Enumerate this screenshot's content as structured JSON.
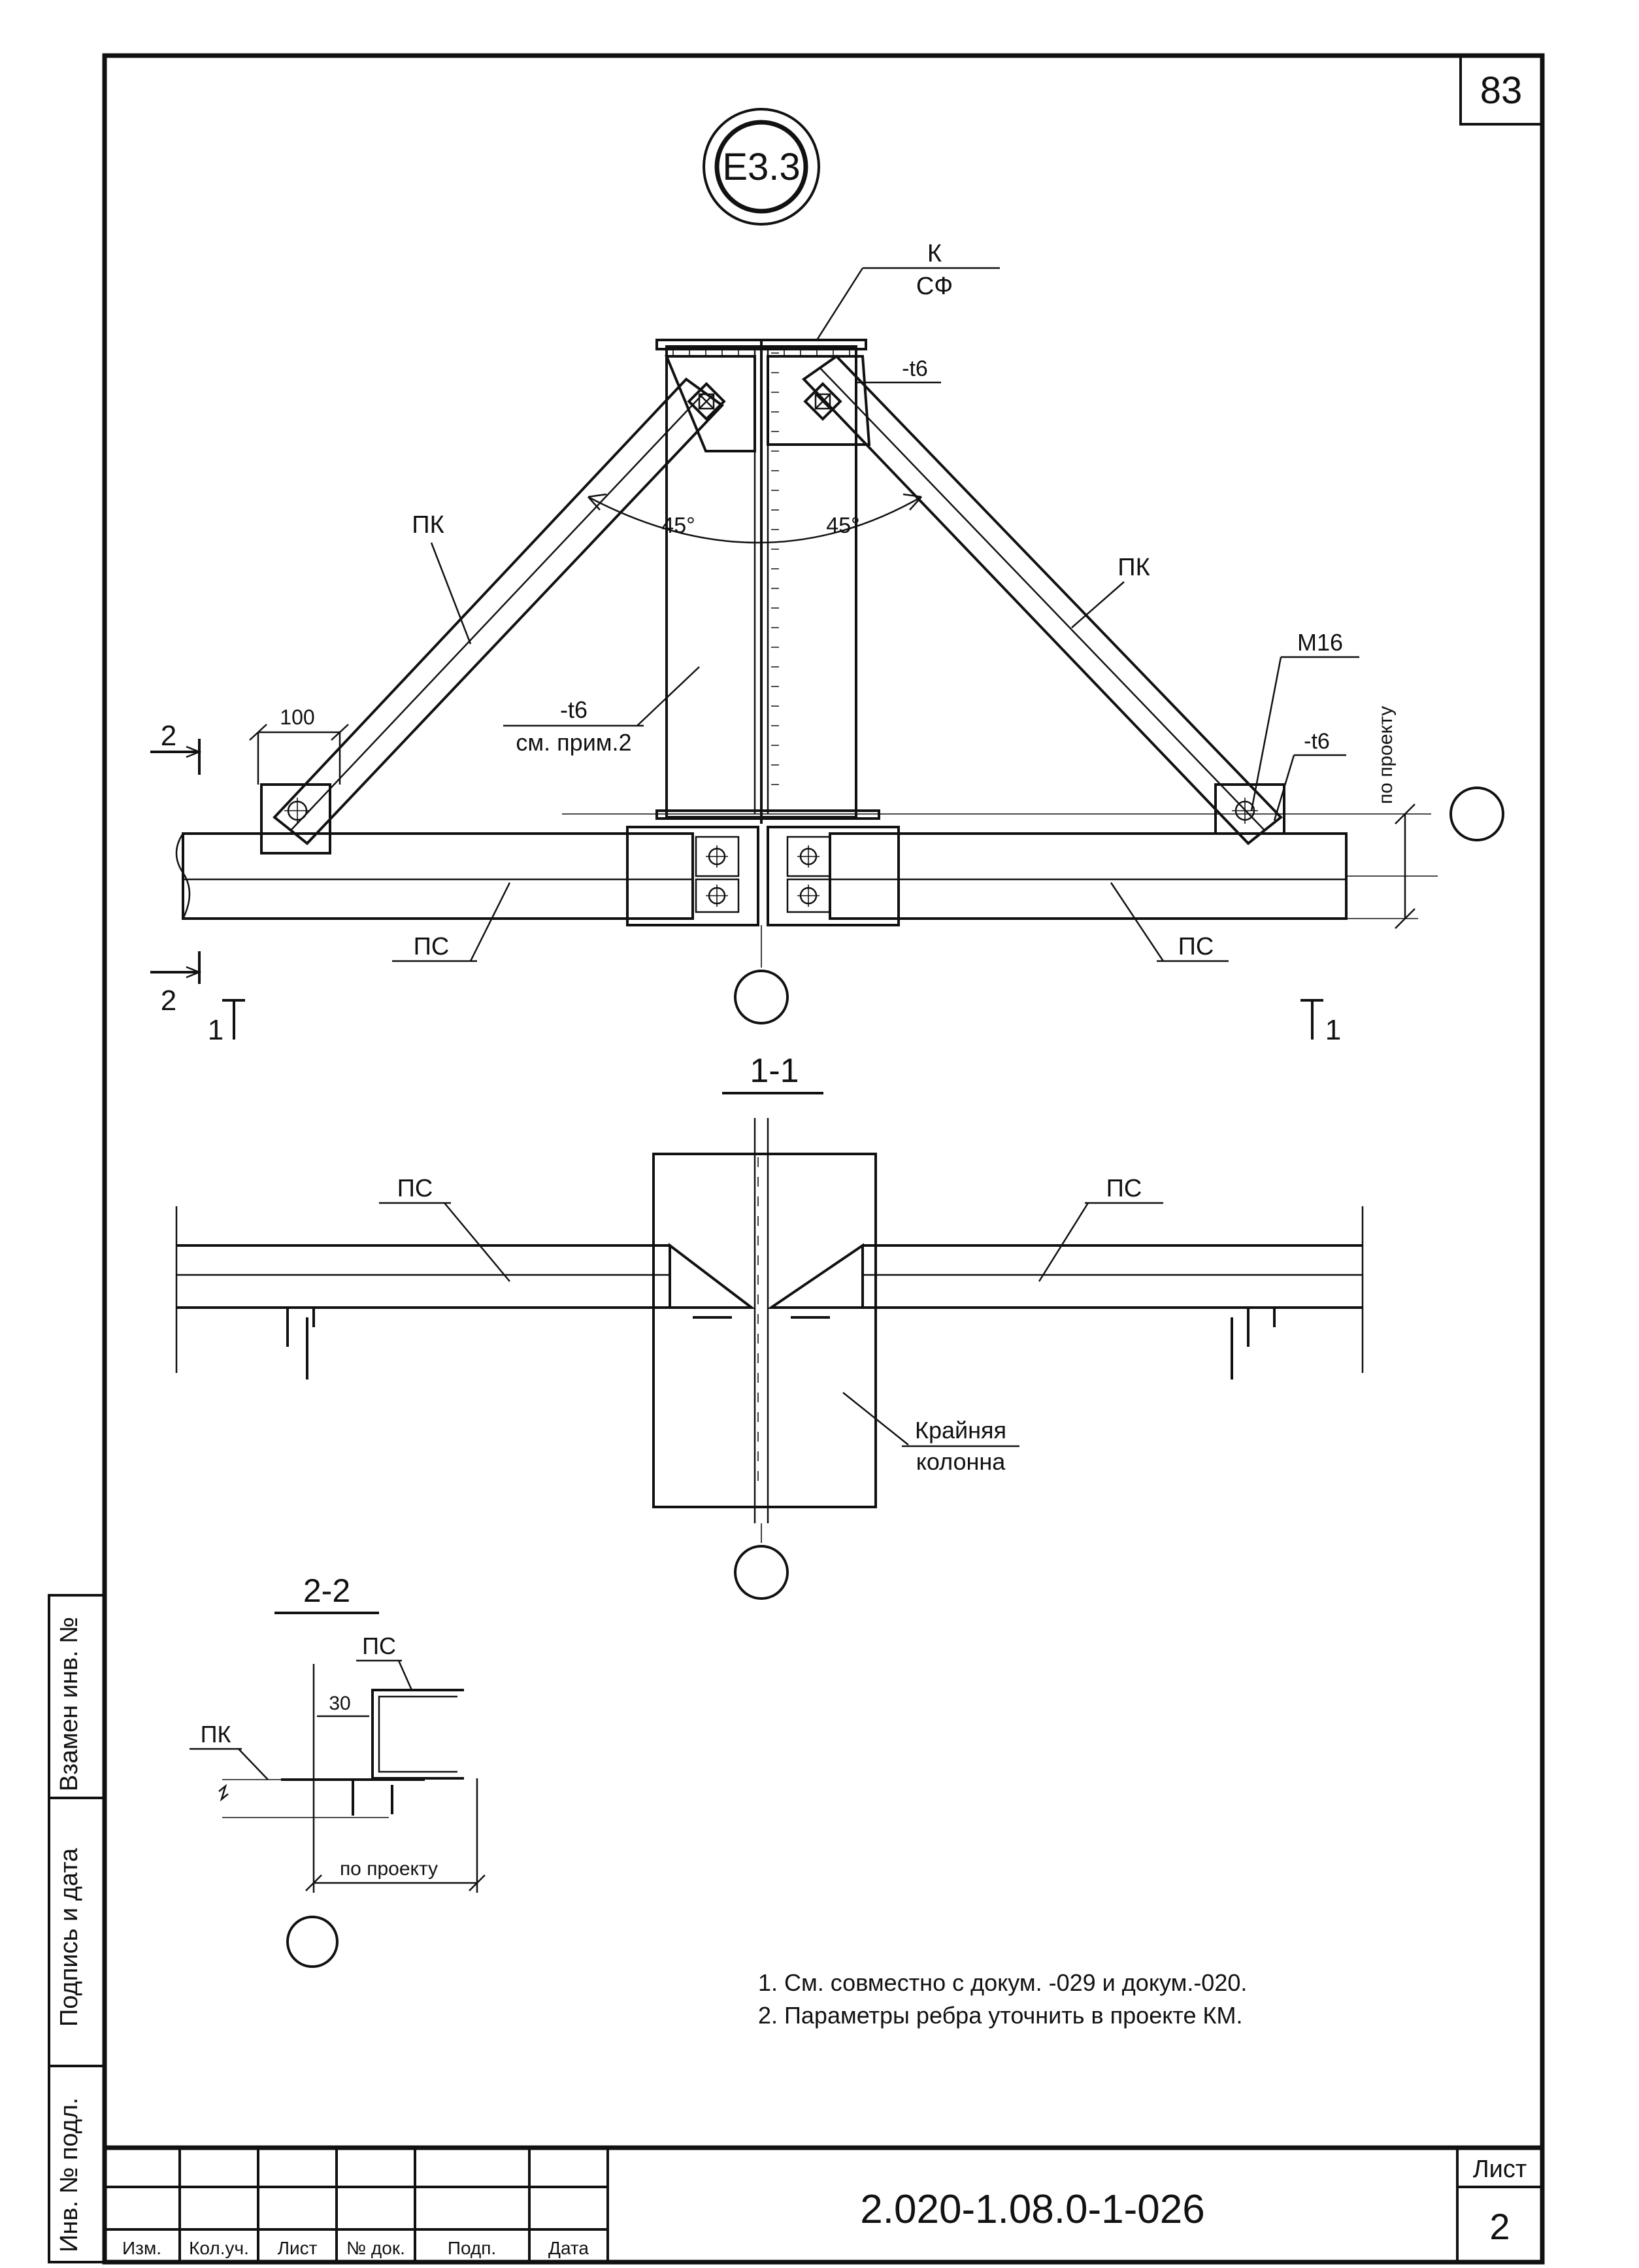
{
  "sheet": {
    "page_number": "83",
    "node_marker": "Е3.3",
    "doc_code": "2.020-1.08.0-1-026",
    "sheet_label": "Лист",
    "sheet_number": "2"
  },
  "main_view": {
    "column_label_top": "К",
    "column_label_bottom": "СФ",
    "gusset_left_label": "-t6",
    "gusset_right_label": "-t6",
    "angle_left": "45°",
    "angle_right": "45°",
    "brace_left": "ПК",
    "brace_right": "ПК",
    "bolt_label": "М16",
    "rib_label_top": "-t6",
    "rib_label_bottom": "см. прим.2",
    "dim_100": "100",
    "by_project_vertical": "по проекту",
    "beam_left": "ПС",
    "beam_right": "ПС",
    "cut2_top": "2",
    "cut2_bottom": "2",
    "cut1_left": "1",
    "cut1_right": "1"
  },
  "section_1_1": {
    "title": "1-1",
    "beam_left": "ПС",
    "beam_right": "ПС",
    "column_label_line1": "Крайняя",
    "column_label_line2": "колонна"
  },
  "section_2_2": {
    "title": "2-2",
    "beam_label": "ПС",
    "brace_label": "ПК",
    "dim_30": "30",
    "by_project": "по проекту"
  },
  "notes": [
    "1. См. совместно с докум. -029 и докум.-020.",
    "2. Параметры ребра уточнить в проекте КМ."
  ],
  "side_stamp": {
    "field1": "Взамен инв. №",
    "field2": "Подпись и дата",
    "field3": "Инв. № подл."
  },
  "title_block": {
    "cols": [
      "Изм.",
      "Кол.уч.",
      "Лист",
      "№ док.",
      "Подп.",
      "Дата"
    ]
  }
}
